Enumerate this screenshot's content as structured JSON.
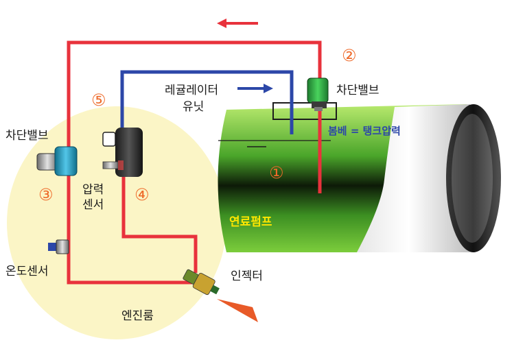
{
  "labels": {
    "shutoff_valve_tank": "차단밸브",
    "shutoff_valve_engine": "차단밸브",
    "regulator_line1": "레귤레이터",
    "regulator_line2": "유닛",
    "bombe_tank_pressure": "봄베 = 탱크압력",
    "pressure_sensor_line1": "압력",
    "pressure_sensor_line2": "센서",
    "temperature_sensor": "온도센서",
    "injector": "인젝터",
    "engine_room": "엔진룸",
    "fuel_pump": "연료펌프"
  },
  "numbers": {
    "n1": "①",
    "n2": "②",
    "n3": "③",
    "n4": "④",
    "n5": "⑤"
  },
  "colors": {
    "high_pressure_line": "#e8323c",
    "low_pressure_line": "#2c47a8",
    "engine_room_area": "#fbf5c6",
    "tank_green": "#7ccd3c",
    "number_orange": "#ee6a2a",
    "fuel_pump_label": "#ffe600",
    "valve_green": "#2fb34a",
    "valve_cyan": "#2aa6c9"
  }
}
